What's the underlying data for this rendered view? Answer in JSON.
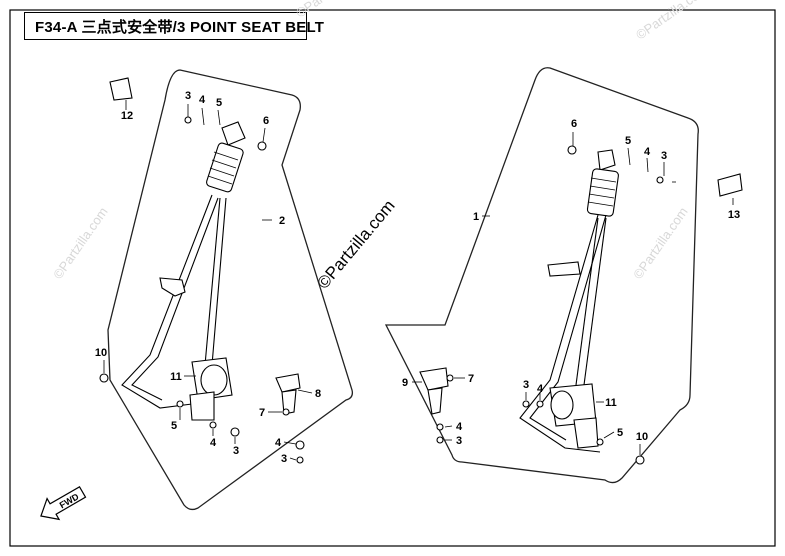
{
  "diagram": {
    "title": "F34-A 三点式安全带/3 POINT SEAT BELT",
    "watermark": "©Partzilla.com",
    "fwd_label": "FWD",
    "colors": {
      "ink": "#000000",
      "outline": "#222222",
      "watermark": "#d0d0d0"
    },
    "left_assembly": {
      "callouts": [
        "12",
        "3",
        "4",
        "5",
        "6",
        "2",
        "10",
        "11",
        "8",
        "7",
        "4",
        "3",
        "5",
        "4",
        "3"
      ]
    },
    "right_assembly": {
      "callouts": [
        "6",
        "5",
        "4",
        "3",
        "13",
        "1",
        "9",
        "7",
        "4",
        "3",
        "3",
        "4",
        "11",
        "5",
        "10"
      ]
    }
  }
}
